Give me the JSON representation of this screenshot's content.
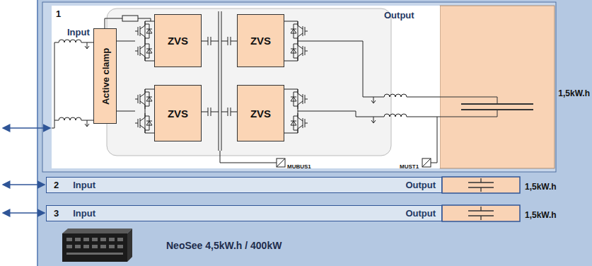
{
  "diagram": {
    "nodes": [
      {
        "text": [
          "NeoSee 4,5kW.h / 400kW"
        ]
      },
      {
        "text": [
          "1",
          "Input",
          "Output"
        ],
        "in": 0
      },
      {
        "text": [
          "Active clamp"
        ],
        "in": 1
      },
      {
        "text": [
          "ZVS"
        ],
        "in": 1
      },
      {
        "text": [
          "ZVS"
        ],
        "in": 1
      },
      {
        "text": [
          "ZVS"
        ],
        "in": 1
      },
      {
        "text": [
          "ZVS"
        ],
        "in": 1
      },
      {
        "text": [
          "2",
          "Input",
          "Output"
        ],
        "in": 0
      },
      {
        "text": [
          "3",
          "Input",
          "Output"
        ],
        "in": 0
      }
    ],
    "labels": [
      "1,5kW.h",
      "1,5kW.h",
      "1,5kW.h",
      "MUBUS1",
      "MUST1"
    ]
  }
}
